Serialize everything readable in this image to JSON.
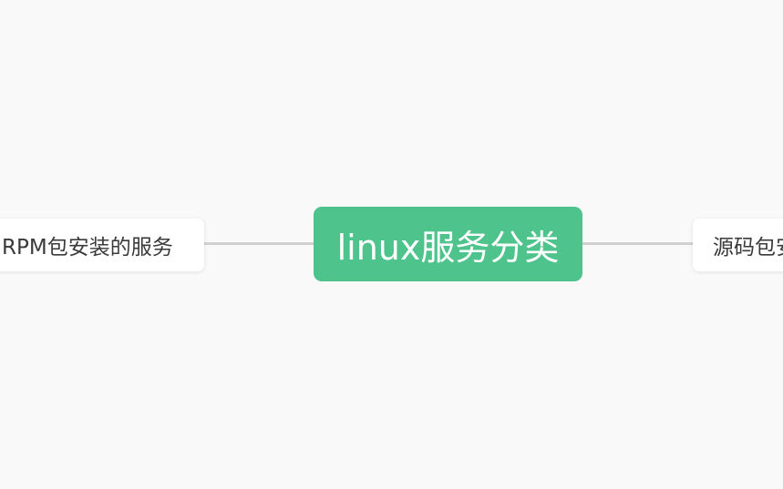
{
  "mindmap": {
    "root": {
      "label": "linux服务分类"
    },
    "children": [
      {
        "label": "RPM包安装的服务"
      },
      {
        "label": "源码包安装的服务"
      }
    ]
  },
  "colors": {
    "background": "#f9f9f9",
    "root_fill": "#4fc38c",
    "root_text": "#ffffff",
    "child_fill": "#ffffff",
    "child_text": "#3a3a3a",
    "connector": "#d0d0d0"
  }
}
